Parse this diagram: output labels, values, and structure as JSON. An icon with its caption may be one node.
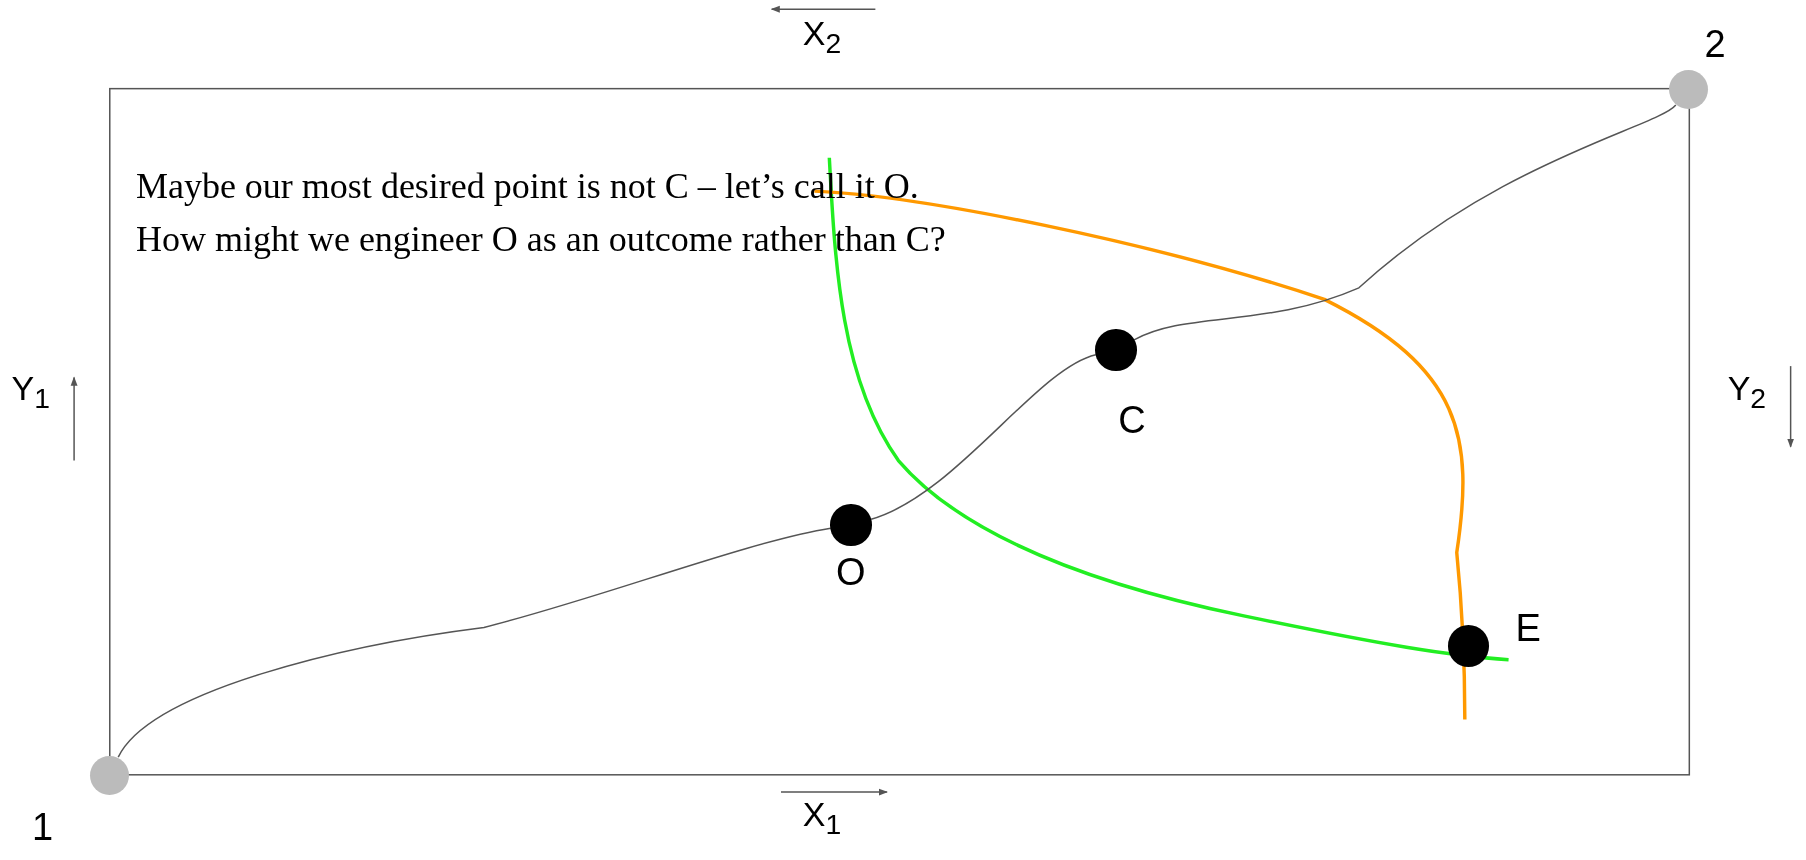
{
  "diagram": {
    "nodes": [
      {
        "text": [],
        "shape": "circle",
        "beside": [
          "1"
        ]
      },
      {
        "text": [],
        "shape": "circle",
        "beside": [
          "2"
        ]
      },
      {
        "text": [],
        "shape": "circle",
        "beside": [
          "O"
        ]
      },
      {
        "text": [],
        "shape": "circle",
        "beside": [
          "C"
        ]
      },
      {
        "text": [],
        "shape": "circle",
        "beside": [
          "E"
        ]
      }
    ],
    "edges": [
      {
        "from": 0,
        "to": 2,
        "arrow": "none"
      },
      {
        "from": 2,
        "to": 3,
        "arrow": "none"
      },
      {
        "from": 3,
        "to": 1,
        "arrow": "none"
      }
    ],
    "labels": [
      "X$_{2}$",
      "Maybe our most desired point is not C – let’s call it O.",
      "How might we engineer O as an outcome rather than C?",
      "Y$_{1}$",
      "Y$_{2}$",
      "X$_{1}$"
    ]
  }
}
